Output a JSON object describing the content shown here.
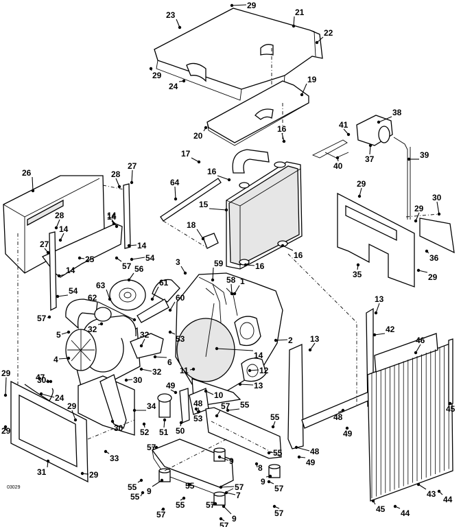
{
  "diagram": {
    "title": "Engine, Radiator and Shroud Assembly - Exploded Parts View",
    "document_number": "03029",
    "callouts": [
      {
        "id": "c1",
        "label": "1"
      },
      {
        "id": "c2",
        "label": "2"
      },
      {
        "id": "c3",
        "label": "3"
      },
      {
        "id": "c4",
        "label": "4"
      },
      {
        "id": "c5",
        "label": "5"
      },
      {
        "id": "c6",
        "label": "6"
      },
      {
        "id": "c7",
        "label": "7"
      },
      {
        "id": "c8",
        "label": "8"
      },
      {
        "id": "c9a",
        "label": "9"
      },
      {
        "id": "c9b",
        "label": "9"
      },
      {
        "id": "c9c",
        "label": "9"
      },
      {
        "id": "c9d",
        "label": "9"
      },
      {
        "id": "c10",
        "label": "10"
      },
      {
        "id": "c11",
        "label": "11"
      },
      {
        "id": "c12",
        "label": "12"
      },
      {
        "id": "c13a",
        "label": "13"
      },
      {
        "id": "c13b",
        "label": "13"
      },
      {
        "id": "c13c",
        "label": "13"
      },
      {
        "id": "c14a",
        "label": "14"
      },
      {
        "id": "c14b",
        "label": "14"
      },
      {
        "id": "c14c",
        "label": "14"
      },
      {
        "id": "c14d",
        "label": "14"
      },
      {
        "id": "c14e",
        "label": "14"
      },
      {
        "id": "c14f",
        "label": "14"
      },
      {
        "id": "c15",
        "label": "15"
      },
      {
        "id": "c16a",
        "label": "16"
      },
      {
        "id": "c16b",
        "label": "16"
      },
      {
        "id": "c16c",
        "label": "16"
      },
      {
        "id": "c16d",
        "label": "16"
      },
      {
        "id": "c17",
        "label": "17"
      },
      {
        "id": "c18",
        "label": "18"
      },
      {
        "id": "c19",
        "label": "19"
      },
      {
        "id": "c20",
        "label": "20"
      },
      {
        "id": "c21",
        "label": "21"
      },
      {
        "id": "c22",
        "label": "22"
      },
      {
        "id": "c23",
        "label": "23"
      },
      {
        "id": "c24a",
        "label": "24"
      },
      {
        "id": "c24b",
        "label": "24"
      },
      {
        "id": "c25",
        "label": "25"
      },
      {
        "id": "c26",
        "label": "26"
      },
      {
        "id": "c27a",
        "label": "27"
      },
      {
        "id": "c27b",
        "label": "27"
      },
      {
        "id": "c28a",
        "label": "28"
      },
      {
        "id": "c28b",
        "label": "28"
      },
      {
        "id": "c29a",
        "label": "29"
      },
      {
        "id": "c29b",
        "label": "29"
      },
      {
        "id": "c29c",
        "label": "29"
      },
      {
        "id": "c29d",
        "label": "29"
      },
      {
        "id": "c29e",
        "label": "29"
      },
      {
        "id": "c29f",
        "label": "29"
      },
      {
        "id": "c29g",
        "label": "29"
      },
      {
        "id": "c29h",
        "label": "29"
      },
      {
        "id": "c29i",
        "label": "29"
      },
      {
        "id": "c30a",
        "label": "30"
      },
      {
        "id": "c30b",
        "label": "30"
      },
      {
        "id": "c30c",
        "label": "30"
      },
      {
        "id": "c30d",
        "label": "30"
      },
      {
        "id": "c31",
        "label": "31"
      },
      {
        "id": "c32a",
        "label": "32"
      },
      {
        "id": "c32b",
        "label": "32"
      },
      {
        "id": "c32c",
        "label": "32"
      },
      {
        "id": "c33",
        "label": "33"
      },
      {
        "id": "c34",
        "label": "34"
      },
      {
        "id": "c35",
        "label": "35"
      },
      {
        "id": "c36",
        "label": "36"
      },
      {
        "id": "c37",
        "label": "37"
      },
      {
        "id": "c38",
        "label": "38"
      },
      {
        "id": "c39",
        "label": "39"
      },
      {
        "id": "c40",
        "label": "40"
      },
      {
        "id": "c41",
        "label": "41"
      },
      {
        "id": "c42",
        "label": "42"
      },
      {
        "id": "c43",
        "label": "43"
      },
      {
        "id": "c44a",
        "label": "44"
      },
      {
        "id": "c44b",
        "label": "44"
      },
      {
        "id": "c45a",
        "label": "45"
      },
      {
        "id": "c45b",
        "label": "45"
      },
      {
        "id": "c46",
        "label": "46"
      },
      {
        "id": "c47",
        "label": "47"
      },
      {
        "id": "c48a",
        "label": "48"
      },
      {
        "id": "c48b",
        "label": "48"
      },
      {
        "id": "c48c",
        "label": "48"
      },
      {
        "id": "c49a",
        "label": "49"
      },
      {
        "id": "c49b",
        "label": "49"
      },
      {
        "id": "c49c",
        "label": "49"
      },
      {
        "id": "c50",
        "label": "50"
      },
      {
        "id": "c51",
        "label": "51"
      },
      {
        "id": "c52",
        "label": "52"
      },
      {
        "id": "c53a",
        "label": "53"
      },
      {
        "id": "c53b",
        "label": "53"
      },
      {
        "id": "c54a",
        "label": "54"
      },
      {
        "id": "c54b",
        "label": "54"
      },
      {
        "id": "c55a",
        "label": "55"
      },
      {
        "id": "c55b",
        "label": "55"
      },
      {
        "id": "c55c",
        "label": "55"
      },
      {
        "id": "c55d",
        "label": "55"
      },
      {
        "id": "c55e",
        "label": "55"
      },
      {
        "id": "c55f",
        "label": "55"
      },
      {
        "id": "c55g",
        "label": "55"
      },
      {
        "id": "c56",
        "label": "56"
      },
      {
        "id": "c57a",
        "label": "57"
      },
      {
        "id": "c57b",
        "label": "57"
      },
      {
        "id": "c57c",
        "label": "57"
      },
      {
        "id": "c57d",
        "label": "57"
      },
      {
        "id": "c57e",
        "label": "57"
      },
      {
        "id": "c57f",
        "label": "57"
      },
      {
        "id": "c57g",
        "label": "57"
      },
      {
        "id": "c57h",
        "label": "57"
      },
      {
        "id": "c57i",
        "label": "57"
      },
      {
        "id": "c57j",
        "label": "57"
      },
      {
        "id": "c58",
        "label": "58"
      },
      {
        "id": "c59",
        "label": "59"
      },
      {
        "id": "c60",
        "label": "60"
      },
      {
        "id": "c61",
        "label": "61"
      },
      {
        "id": "c62",
        "label": "62"
      },
      {
        "id": "c63",
        "label": "63"
      },
      {
        "id": "c64",
        "label": "64"
      }
    ]
  }
}
